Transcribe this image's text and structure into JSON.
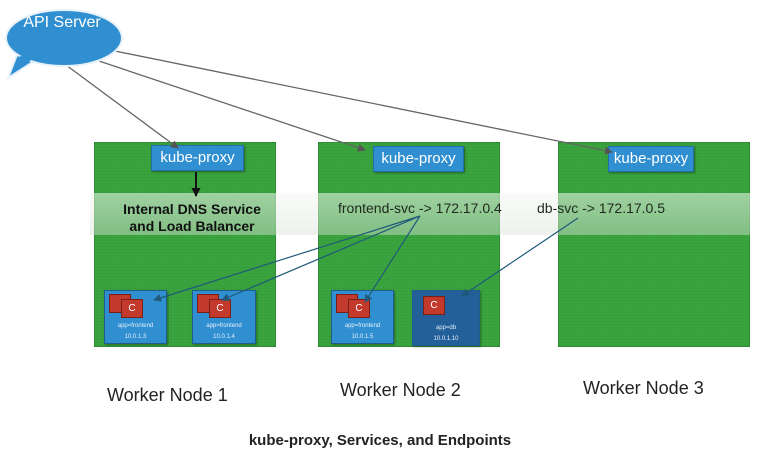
{
  "api_server": {
    "label": "API Server",
    "color": "#2f8fd1"
  },
  "dns": {
    "line1": "Internal DNS Service",
    "line2": "and Load Balancer"
  },
  "services": {
    "frontend": "frontend-svc -> 172.17.0.4",
    "db": "db-svc -> 172.17.0.5"
  },
  "container_label": "C",
  "nodes": [
    {
      "label": "Worker Node 1",
      "proxy": "kube-proxy",
      "pods": [
        {
          "app": "app=frontend",
          "ip": "10.0.1.3"
        },
        {
          "app": "app=frontend",
          "ip": "10.0.1.4"
        }
      ]
    },
    {
      "label": "Worker Node 2",
      "proxy": "kube-proxy",
      "pods": [
        {
          "app": "app=frontend",
          "ip": "10.0.1.5"
        },
        {
          "app": "app=db",
          "ip": "10.0.1.10"
        }
      ]
    },
    {
      "label": "Worker Node 3",
      "proxy": "kube-proxy",
      "pods": []
    }
  ],
  "caption": "kube-proxy, Services, and Endpoints",
  "colors": {
    "node": "#3aa53e",
    "proxy": "#2f8fd1",
    "container": "#c33a2c"
  }
}
